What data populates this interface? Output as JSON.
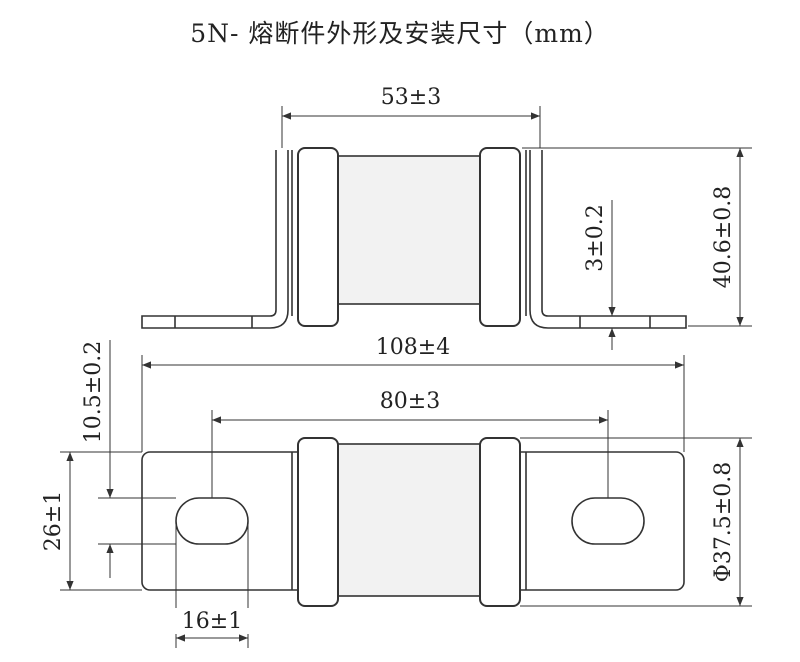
{
  "title": "5N- 熔断件外形及安装尺寸（mm）",
  "dimensions": {
    "top_width": "53±3",
    "height": "40.6±0.8",
    "thickness": "3±0.2",
    "overall_length": "108±4",
    "hole_spacing": "80±3",
    "slot_height": "10.5±0.2",
    "tab_width": "26±1",
    "slot_length": "16±1",
    "body_diameter": "Φ37.5±0.8"
  }
}
